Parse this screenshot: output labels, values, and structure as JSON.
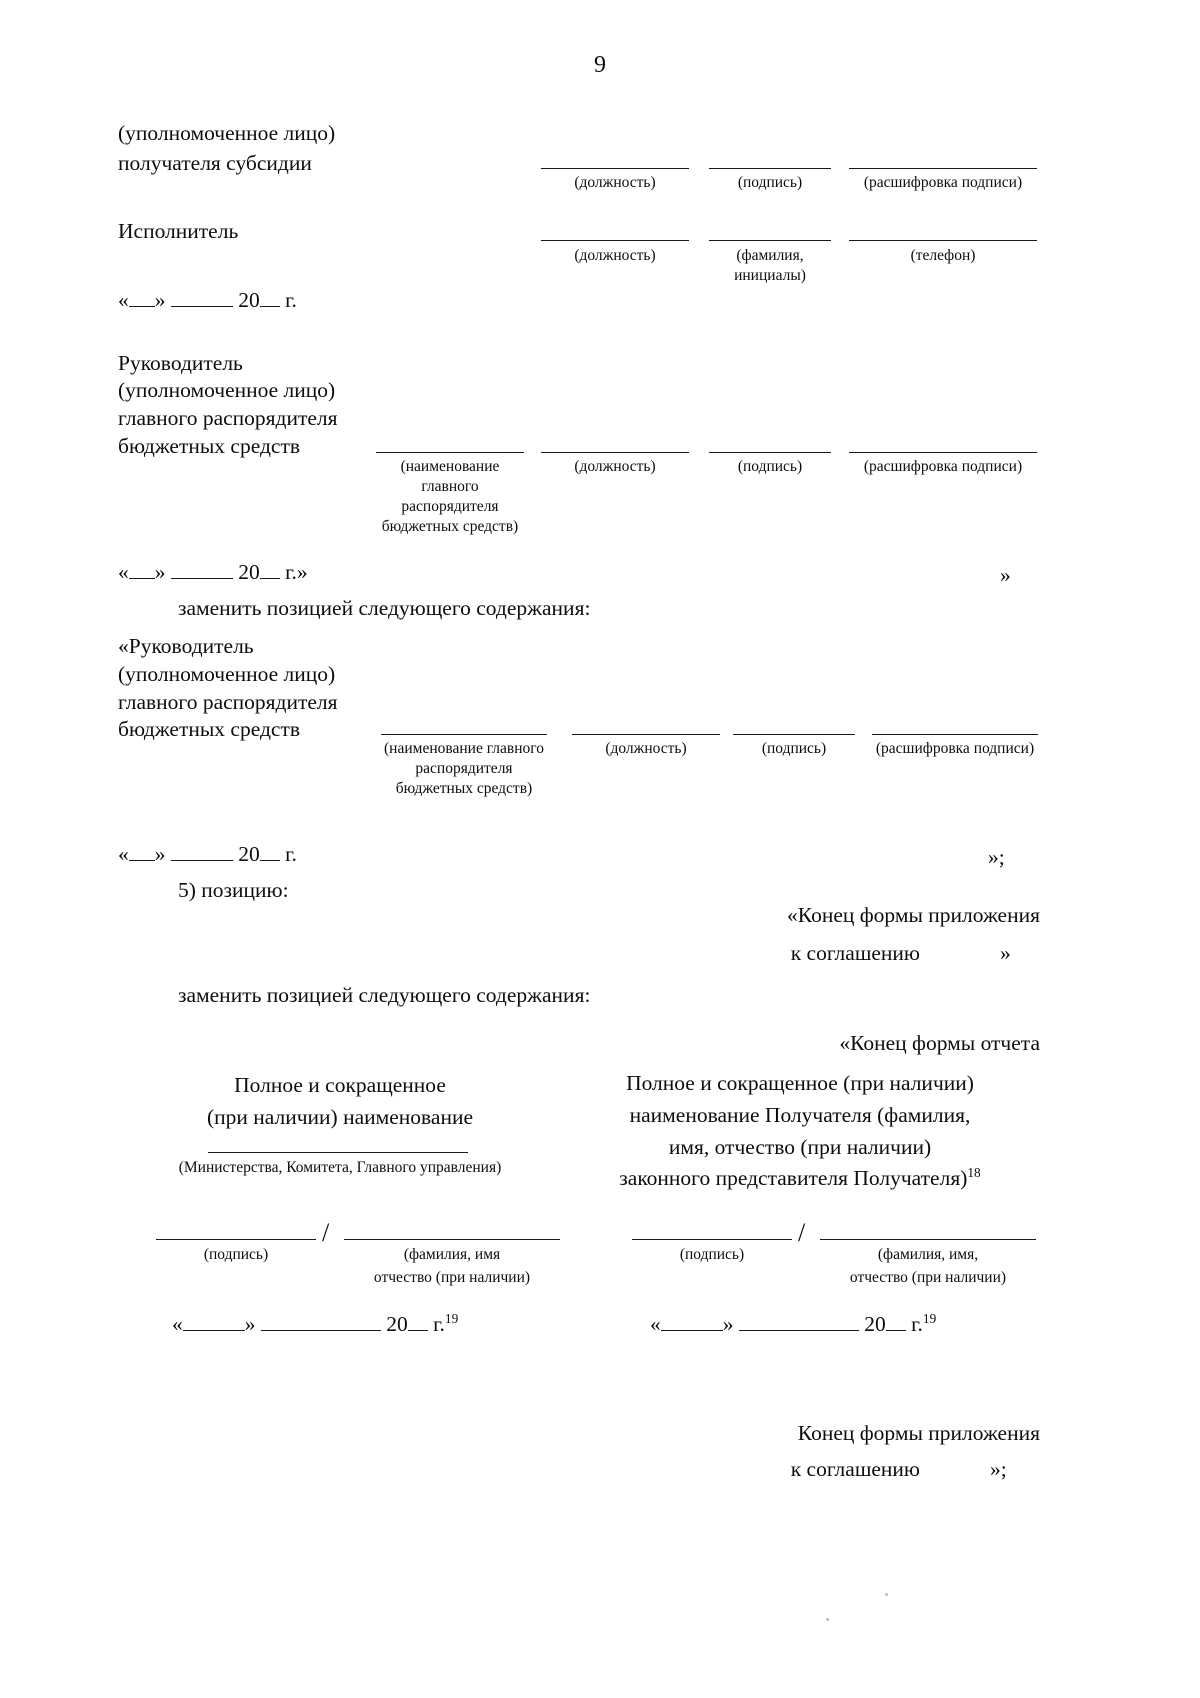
{
  "document": {
    "page_number": "9",
    "language": "ru"
  },
  "block_recipient": {
    "label_line1": "(уполномоченное лицо)",
    "label_line2": "получателя субсидии",
    "fields": [
      {
        "caption": "(должность)"
      },
      {
        "caption": "(подпись)"
      },
      {
        "caption": "(расшифровка\nподписи)"
      }
    ]
  },
  "block_executor": {
    "label": "Исполнитель",
    "fields": [
      {
        "caption": "(должность)"
      },
      {
        "caption": "(фамилия,\nинициалы)"
      },
      {
        "caption": "(телефон)"
      }
    ],
    "date_line": {
      "open_quote": "«",
      "close_quote": "»",
      "year_prefix": "20",
      "year_suffix": "г."
    }
  },
  "block_chief_original": {
    "label_line1": "Руководитель",
    "label_line2": "(уполномоченное лицо)",
    "label_line3": "главного распорядителя",
    "label_line4": "бюджетных средств",
    "fields": [
      {
        "caption": "(наименование\nглавного\nраспорядителя\nбюджетных\nсредств)"
      },
      {
        "caption": "(должность)"
      },
      {
        "caption": "(подпись)"
      },
      {
        "caption": "(расшифровка\nподписи)"
      }
    ],
    "date_line": {
      "open_quote": "«",
      "close_quote": "»",
      "year_prefix": "20",
      "year_suffix": "г.»"
    },
    "trailing_quote": "»"
  },
  "instruction_replace_1": "заменить позицией следующего содержания:",
  "block_chief_replacement": {
    "label_line1": "«Руководитель",
    "label_line2": "(уполномоченное лицо)",
    "label_line3": "главного распорядителя",
    "label_line4": "бюджетных средств",
    "fields": [
      {
        "caption": "(наименование\nглавного\nраспорядителя\nбюджетных\nсредств)"
      },
      {
        "caption": "(должность)"
      },
      {
        "caption": "(подпись)"
      },
      {
        "caption": "(расшифровка\nподписи)"
      }
    ],
    "date_line": {
      "open_quote": "«",
      "close_quote": "»",
      "year_prefix": "20",
      "year_suffix": "г."
    },
    "trailing_quote": "»;"
  },
  "item_5": {
    "number_label": "5) позицию:",
    "quoted_text_line1": "«Конец формы приложения",
    "quoted_text_line2": "к соглашению",
    "trailing_quote": "»"
  },
  "instruction_replace_2": "заменить позицией следующего содержания:",
  "report_form": {
    "heading": "«Конец формы отчета",
    "left_column": {
      "title_line1": "Полное и сокращенное",
      "title_line2": "(при наличии) наименование",
      "caption": "(Министерства, Комитета, Главного управления)",
      "sign_caption": "(подпись)",
      "name_caption_line1": "(фамилия, имя",
      "name_caption_line2": "отчество (при наличии)",
      "separator": "/",
      "date_line": {
        "open_quote": "«",
        "close_quote": "»",
        "year_prefix": "20",
        "year_suffix": "г.",
        "footnote": "19"
      }
    },
    "right_column": {
      "title_line1": "Полное и сокращенное (при наличии)",
      "title_line2": "наименование Получателя (фамилия,",
      "title_line3": "имя, отчество (при наличии)",
      "title_line4": "законного представителя Получателя)",
      "title_footnote": "18",
      "sign_caption": "(подпись)",
      "name_caption_line1": "(фамилия, имя,",
      "name_caption_line2": "отчество (при наличии)",
      "separator": "/",
      "date_line": {
        "open_quote": "«",
        "close_quote": "»",
        "year_prefix": "20",
        "year_suffix": "г.",
        "footnote": "19"
      }
    }
  },
  "footer_block": {
    "line1": "Конец формы приложения",
    "line2": "к соглашению",
    "trailing_quote": "»;"
  }
}
